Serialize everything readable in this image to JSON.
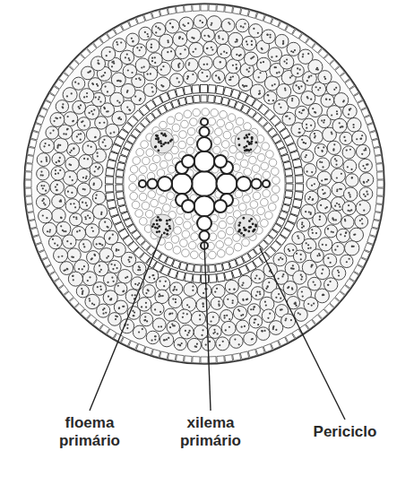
{
  "diagram": {
    "labels": [
      "floema primário",
      "xilema primário",
      "Periciclo"
    ]
  }
}
